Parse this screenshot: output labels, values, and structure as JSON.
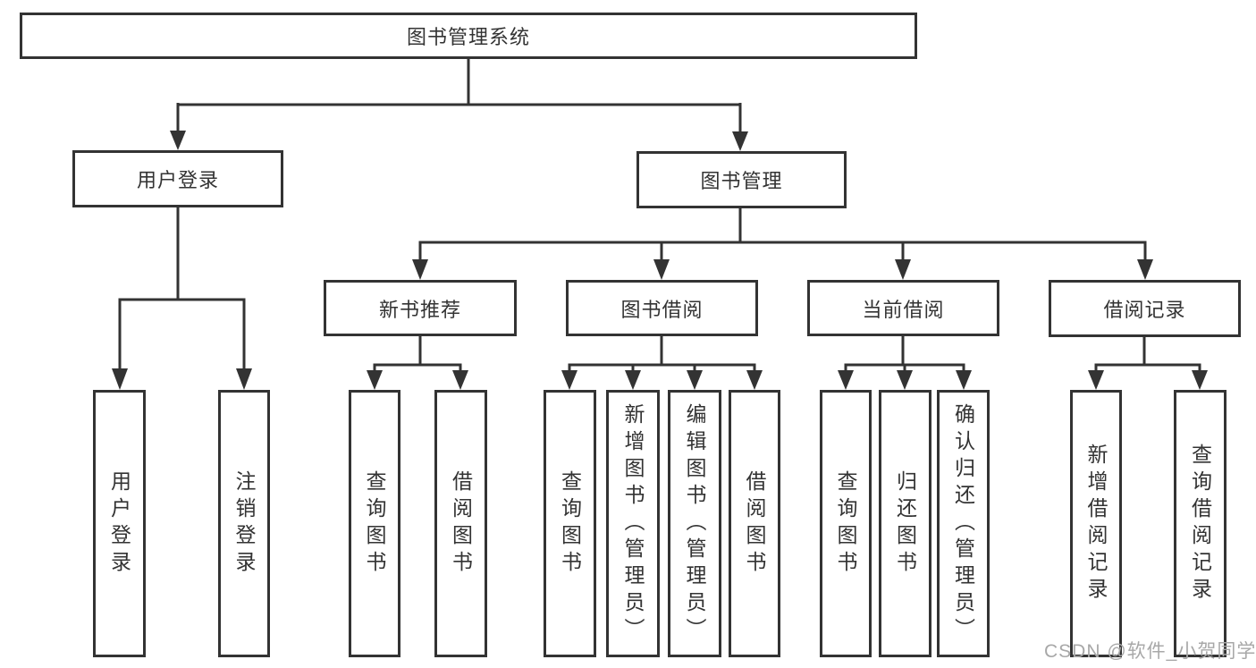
{
  "diagram": {
    "title": "图书管理系统",
    "nodes": {
      "root": "图书管理系统",
      "user_login": "用户登录",
      "book_management": "图书管理",
      "new_book_recommend": "新书推荐",
      "book_borrow": "图书借阅",
      "current_borrow": "当前借阅",
      "borrow_records": "借阅记录",
      "leaf_user_login": "用户登录",
      "leaf_logout": "注销登录",
      "leaf_query_book_1": "查询图书",
      "leaf_borrow_book_1": "借阅图书",
      "leaf_query_book_2": "查询图书",
      "leaf_add_book": "新增图书（管理员）",
      "leaf_edit_book": "编辑图书（管理员）",
      "leaf_borrow_book_2": "借阅图书",
      "leaf_query_book_3": "查询图书",
      "leaf_return_book": "归还图书",
      "leaf_confirm_return": "确认归还（管理员）",
      "leaf_add_borrow_record": "新增借阅记录",
      "leaf_query_borrow_record": "查询借阅记录"
    },
    "colors": {
      "line": "#333333",
      "text": "#333333",
      "background": "#ffffff",
      "watermark": "#a8a8a8"
    }
  },
  "watermark": "CSDN @软件_小贺同学"
}
